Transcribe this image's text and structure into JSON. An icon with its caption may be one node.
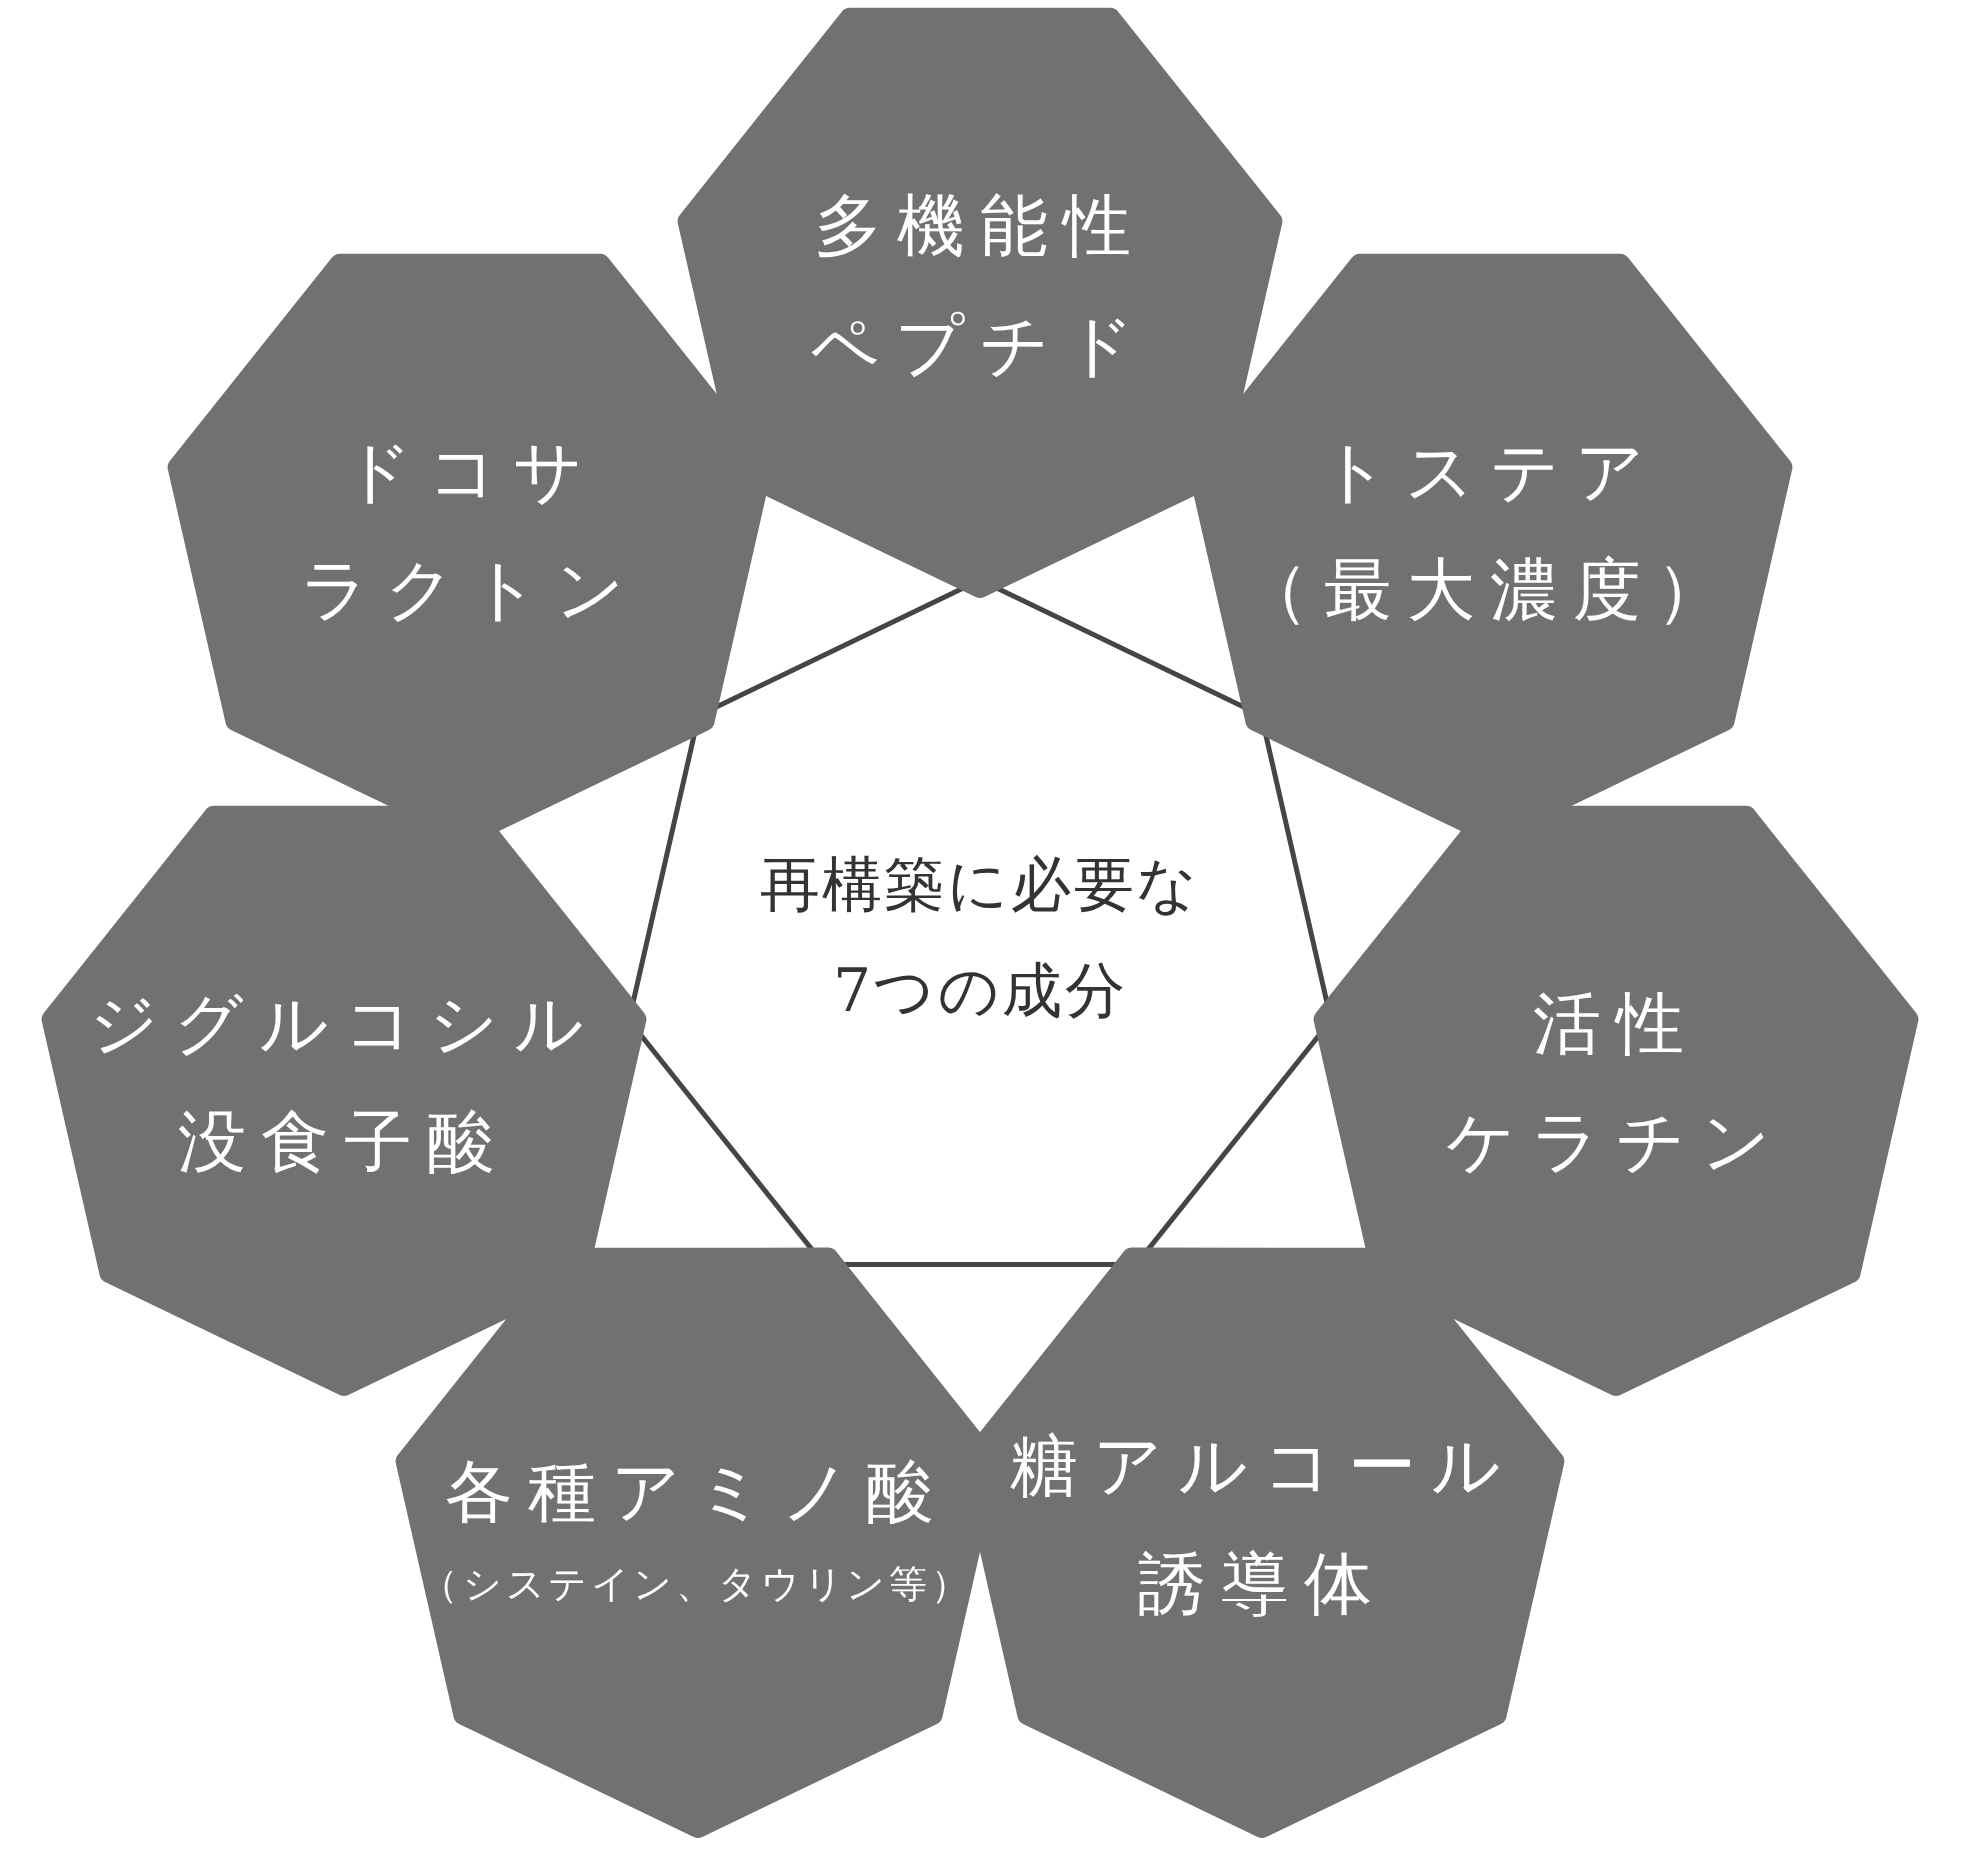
{
  "diagram": {
    "nodes": [
      {
        "text": [
          "再構築に必要な7つの成分"
        ]
      },
      {
        "text": [
          "多機能性ペプチド"
        ]
      },
      {
        "text": [
          "ドコサラクトン"
        ]
      },
      {
        "text": [
          "トステア（最大濃度）"
        ]
      },
      {
        "text": [
          "ジグルコシル没食子酸"
        ]
      },
      {
        "text": [
          "活性ケラチン"
        ]
      },
      {
        "text": [
          "各種アミノ酸",
          "（システイン、タウリン等）"
        ]
      },
      {
        "text": [
          "糖アルコール誘導体"
        ]
      }
    ]
  }
}
